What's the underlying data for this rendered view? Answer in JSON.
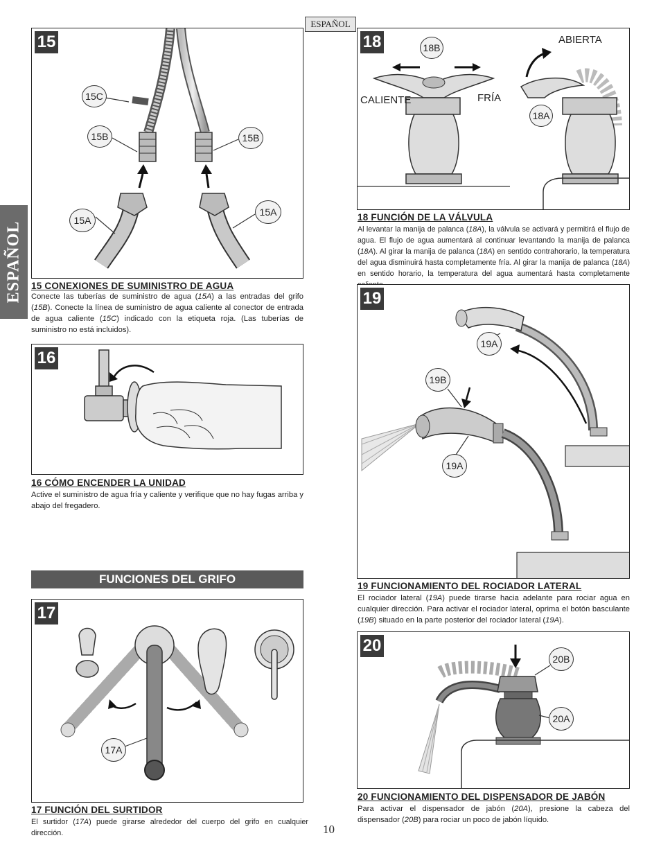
{
  "header": {
    "language_tag": "ESPAÑOL"
  },
  "side_tab": {
    "label": "ESPAÑOL"
  },
  "section": {
    "title": "FUNCIONES DEL GRIFO"
  },
  "page_number": "10",
  "step15": {
    "number": "15",
    "callouts": {
      "c15C": "15C",
      "b15B_left": "15B",
      "b15B_right": "15B",
      "a15A_left": "15A",
      "a15A_right": "15A"
    },
    "title": "15  CONEXIONES DE SUMINISTRO DE AGUA",
    "body": {
      "p1": "Conecte las tuberías de suministro de agua (",
      "r1": "15A",
      "p2": ") a las entradas del grifo (",
      "r2": "15B",
      "p3": "). Conecte la línea de suministro de agua caliente al conector de entrada de agua caliente (",
      "r3": "15C",
      "p4": ") indicado con la etiqueta roja. (Las tuberías de suministro no está incluidos)."
    }
  },
  "step16": {
    "number": "16",
    "title": "16   CÓMO ENCENDER LA UNIDAD",
    "body": "Active el suministro de agua fría y caliente y verifique que no hay fugas arriba y abajo del fregadero."
  },
  "step17": {
    "number": "17",
    "callouts": {
      "a17A": "17A"
    },
    "title": "17  FUNCIÓN DEL SURTIDOR",
    "body": {
      "p1": "El surtidor (",
      "r1": "17A",
      "p2": ") puede girarse alrededor del cuerpo del grifo en cualquier dirección."
    }
  },
  "step18": {
    "number": "18",
    "callouts": {
      "b18B": "18B",
      "a18A": "18A"
    },
    "labels": {
      "hot": "CALIENTE",
      "cold": "FRÍA",
      "open": "ABIERTA"
    },
    "title": "18  FUNCIÓN DE LA VÁLVULA",
    "body": {
      "p1": "Al levantar la manija de palanca (",
      "r1": "18A",
      "p2": "), la válvula se activará y permitirá el flujo de agua.  El flujo de agua aumentará al continuar levantando la manija de palanca (",
      "r2": "18A",
      "p3": "). Al girar la manija de palanca (",
      "r3": "18A",
      "p4": ") en sentido contrahorario, la temperatura del agua disminuirá hasta completamente fría.  Al girar la manija de palanca (",
      "r4": "18A",
      "p5": ") en sentido horario, la temperatura del agua aumentará hasta completamente caliente."
    }
  },
  "step19": {
    "number": "19",
    "callouts": {
      "a19A_top": "19A",
      "b19B": "19B",
      "a19A_bottom": "19A"
    },
    "title": "19  FUNCIONAMIENTO DEL ROCIADOR LATERAL",
    "body": {
      "p1": "El rociador lateral (",
      "r1": "19A",
      "p2": ") puede tirarse hacia adelante para rociar agua en cualquier dirección.  Para activar el rociador lateral, oprima el botón basculante (",
      "r2": "19B",
      "p3": ") situado en la parte posterior del rociador lateral (",
      "r3": "19A",
      "p4": ")."
    }
  },
  "step20": {
    "number": "20",
    "callouts": {
      "b20B": "20B",
      "a20A": "20A"
    },
    "title": "20  FUNCIONAMIENTO DEL DISPENSADOR DE JABÓN",
    "body": {
      "p1": "Para activar el dispensador de jabón (",
      "r1": "20A",
      "p2": "), presione la cabeza del dispensador (",
      "r2": "20B",
      "p3": ") para rociar un poco de jabón líquido."
    }
  }
}
